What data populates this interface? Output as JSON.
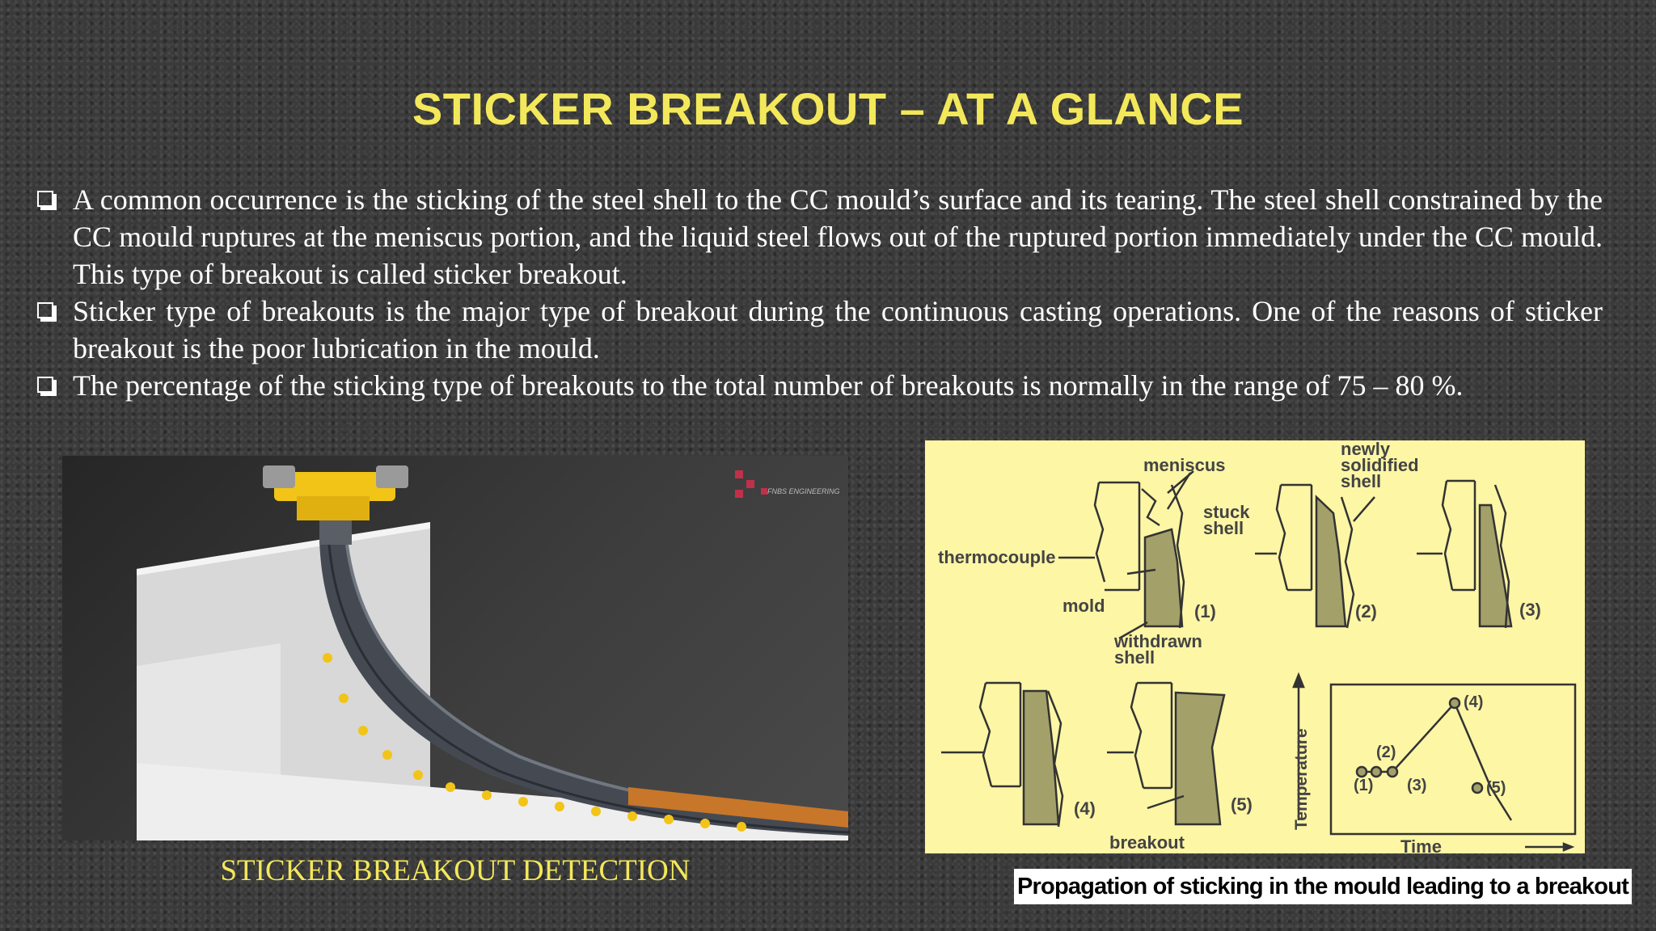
{
  "title": "STICKER BREAKOUT – AT A GLANCE",
  "bullets": [
    "A common occurrence is the sticking of the steel shell to the CC mould’s surface and its tearing. The steel shell constrained by the CC mould ruptures at the meniscus portion, and the liquid steel flows out of the ruptured portion immediately under the CC mould. This type of breakout is called sticker breakout.",
    "Sticker type of breakouts is the major type of breakout during the continuous casting operations. One of the reasons of sticker breakout is the poor lubrication in the mould.",
    "The percentage of the sticking type of breakouts to the total number of breakouts is normally in the range of 75 – 80 %."
  ],
  "left_figure": {
    "logo_text": "FNBS ENGINEERING",
    "caption": "STICKER BREAKOUT DETECTION"
  },
  "right_figure": {
    "labels": {
      "meniscus": "meniscus",
      "newly_solidified_1": "newly",
      "newly_solidified_2": "solidified",
      "newly_solidified_3": "shell",
      "stuck_shell_1": "stuck",
      "stuck_shell_2": "shell",
      "thermocouple": "thermocouple",
      "mold": "mold",
      "withdrawn_shell_1": "withdrawn",
      "withdrawn_shell_2": "shell",
      "breakout": "breakout",
      "temperature_axis": "Temperature",
      "time_axis": "Time"
    },
    "stages": [
      "(1)",
      "(2)",
      "(3)",
      "(4)",
      "(5)"
    ],
    "caption": "Propagation of sticking in the mould leading to a breakout"
  },
  "colors": {
    "title": "#f3e85a",
    "caption_left": "#f3e85a",
    "diagram_bg": "#fdf6a5",
    "shell_fill": "#a3a06a"
  }
}
